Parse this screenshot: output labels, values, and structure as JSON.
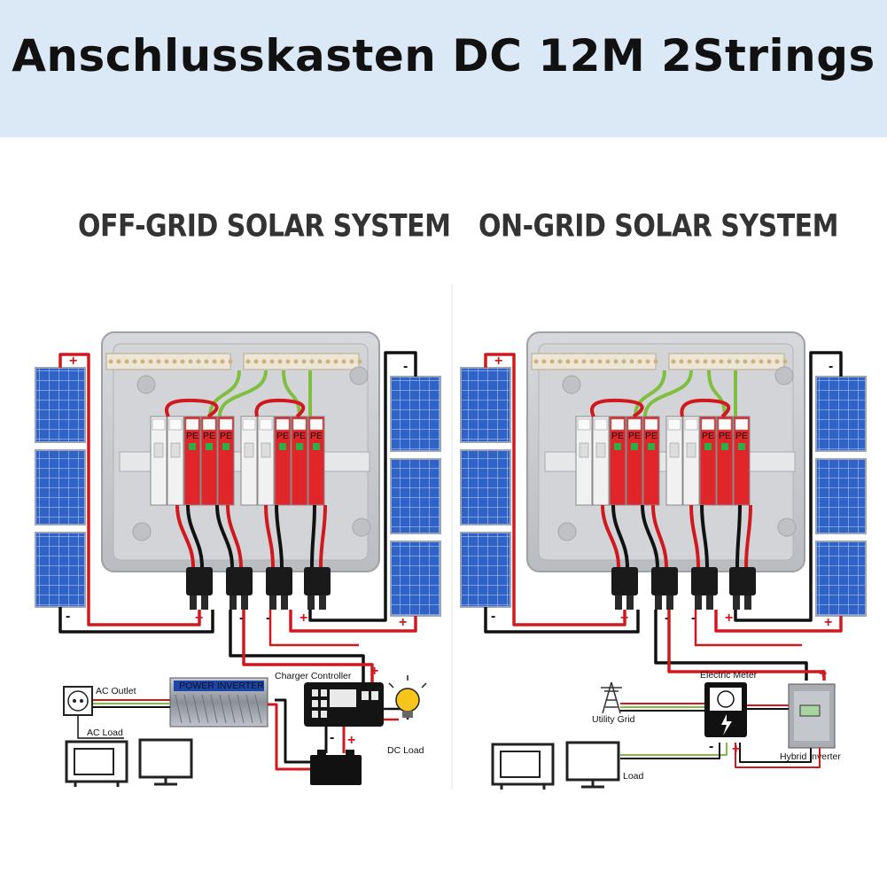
{
  "header": {
    "title": "Anschlusskasten DC 12M 2Strings"
  },
  "systems": {
    "off_grid": {
      "title": "OFF-GRID SOLAR SYSTEM",
      "labels": {
        "ac_outlet": "AC Outlet",
        "ac_load": "AC Load",
        "inverter_badge": "POWER INVERTER",
        "charger_controller": "Charger Controller",
        "dc_load": "DC Load",
        "battery": "Battery"
      }
    },
    "on_grid": {
      "title": "ON-GRID SOLAR SYSTEM",
      "labels": {
        "electric_meter": "Electric Meter",
        "utility_grid": "Utility Grid",
        "hybrid_inverter": "Hybrid Inverter",
        "load": "Load"
      }
    }
  },
  "symbols": {
    "plus": "+",
    "minus": "-"
  },
  "breaker_label": "PE",
  "colors": {
    "banner_bg": "#dbe8f6",
    "positive_wire": "#d0181f",
    "negative_wire": "#111111",
    "ground_wire": "#7fbf3f",
    "panel_blue": "#2f63c8",
    "spd_red": "#e0262a",
    "box_gray": "#c9cbce"
  },
  "icons": [
    "solar-panel-icon",
    "junction-box-icon",
    "power-inverter-icon",
    "charger-controller-icon",
    "battery-icon",
    "light-bulb-icon",
    "tv-icon",
    "monitor-icon",
    "power-outlet-icon",
    "utility-pylon-icon",
    "electric-meter-icon",
    "hybrid-inverter-icon"
  ]
}
